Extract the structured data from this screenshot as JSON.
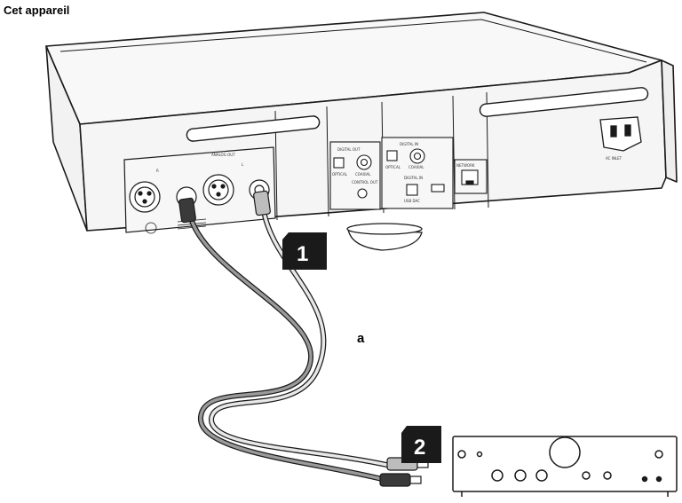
{
  "figure": {
    "title": "Cet appareil",
    "cable_label": "a",
    "steps": [
      "1",
      "2"
    ]
  },
  "panel_labels": {
    "analog_out": "ANALOG OUT",
    "right": "R",
    "left": "L",
    "digital_out": "DIGITAL OUT",
    "digital_in": "DIGITAL IN",
    "optical_out": "OPTICAL",
    "coaxial_out": "COAXIAL",
    "optical_in": "OPTICAL",
    "coaxial_in": "COAXIAL",
    "control_out": "CONTROL OUT",
    "digital_in_usb": "DIGITAL IN",
    "usb_dac": "USB DAC",
    "network": "NETWORK",
    "ac_inlet": "AC INLET"
  },
  "colors": {
    "line": "#1a1a1a",
    "panel_fill": "#f4f4f4",
    "badge": "#1a1a1a",
    "cable_dark": "#3a3a3a",
    "cable_light": "#9a9a9a"
  }
}
